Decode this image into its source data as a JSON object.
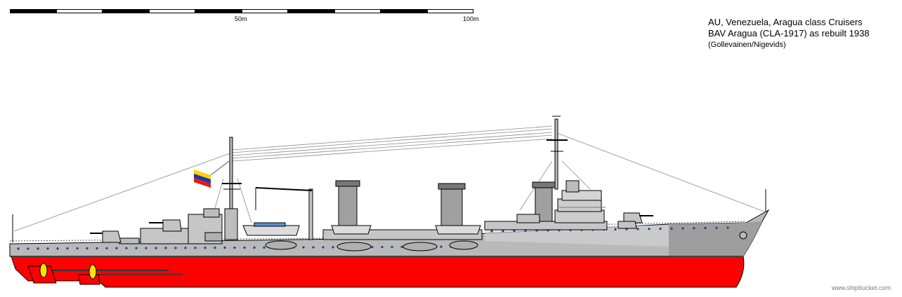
{
  "scale": {
    "label_mid": "50m",
    "label_end": "100m"
  },
  "title": {
    "line1": "AU, Venezuela, Aragua class Cruisers",
    "line2": "BAV Aragua (CLA-1917) as rebuilt 1938",
    "line3": "(Gollevainen/Nigevids)"
  },
  "watermark": "www.shipbucket.com",
  "colors": {
    "hull_grey": "#b9b9b9",
    "superstructure_grey": "#c6c6c6",
    "dark_grey": "#808080",
    "antifouling_red": "#ff0000",
    "porthole_blue": "#1b3f99",
    "propeller_yellow": "#ffe000",
    "flag_yellow": "#ffd200",
    "flag_blue": "#1c3aa0",
    "flag_red": "#e21b1b"
  }
}
